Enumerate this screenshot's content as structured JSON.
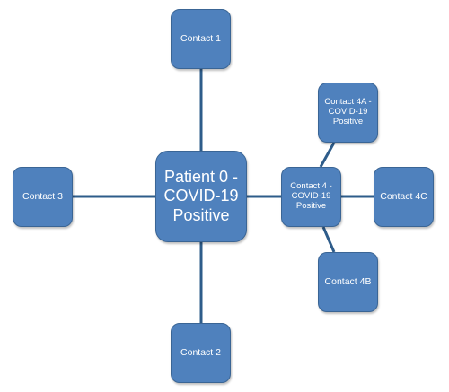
{
  "diagram": {
    "nodes": {
      "patient0": "Patient 0 - COVID-19 Positive",
      "contact1": "Contact 1",
      "contact2": "Contact 2",
      "contact3": "Contact 3",
      "contact4": "Contact 4 - COVID-19 Positive",
      "contact4a": "Contact 4A - COVID-19 Positive",
      "contact4b": "Contact 4B",
      "contact4c": "Contact 4C"
    },
    "edges": [
      [
        "patient0",
        "contact1"
      ],
      [
        "patient0",
        "contact2"
      ],
      [
        "patient0",
        "contact3"
      ],
      [
        "patient0",
        "contact4"
      ],
      [
        "contact4",
        "contact4a"
      ],
      [
        "contact4",
        "contact4b"
      ],
      [
        "contact4",
        "contact4c"
      ]
    ]
  },
  "colors": {
    "node_fill": "#4f81bd",
    "node_border": "#3a6595",
    "connector": "#2e5c8a",
    "text": "#ffffff"
  }
}
